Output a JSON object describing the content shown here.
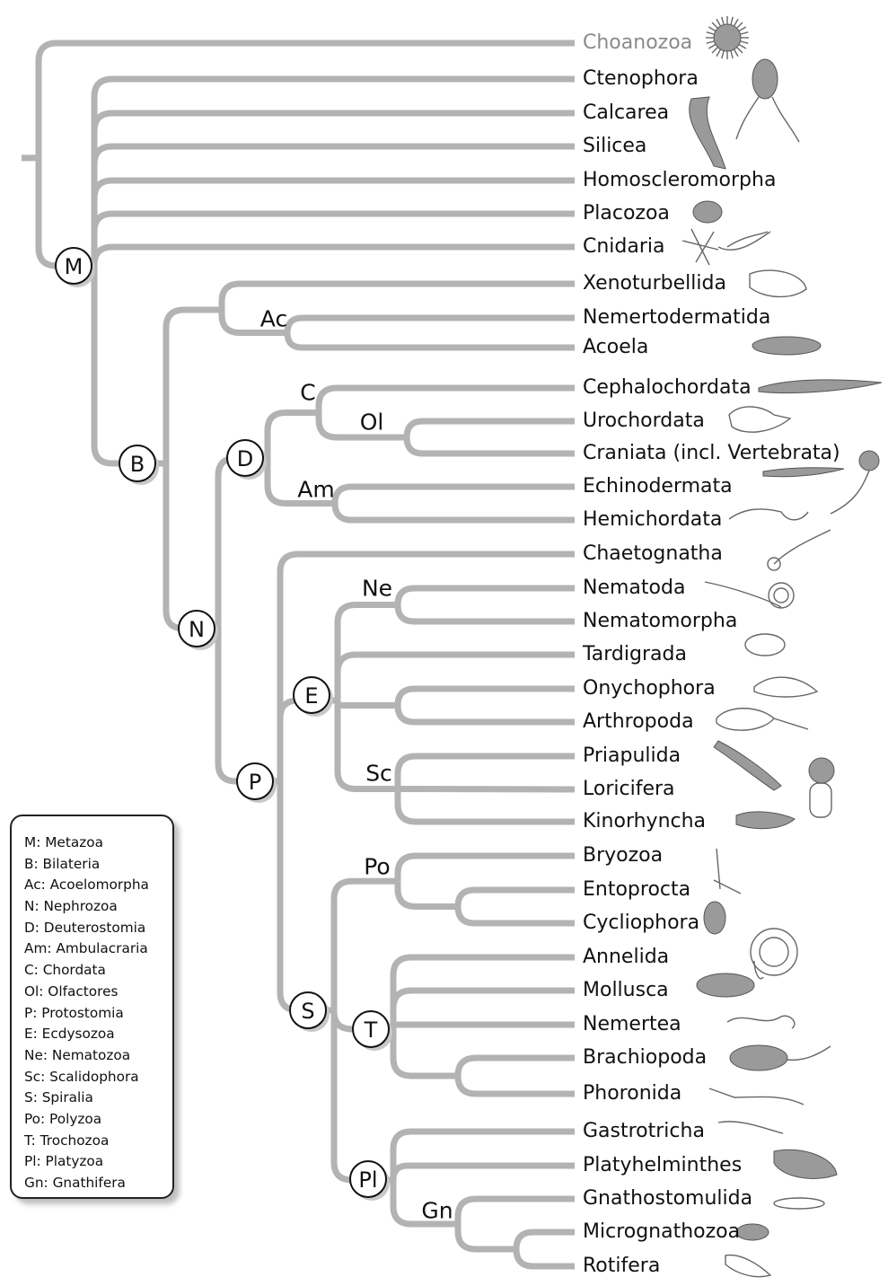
{
  "taxa": [
    {
      "name": "Choanozoa",
      "faded": true,
      "icon": "choanoflagellate-colony-icon"
    },
    {
      "name": "Ctenophora",
      "icon": "comb-jelly-icon"
    },
    {
      "name": "Calcarea",
      "icon": "calcareous-sponge-icon"
    },
    {
      "name": "Silicea",
      "icon": "glass-sponge-icon"
    },
    {
      "name": "Homoscleromorpha"
    },
    {
      "name": "Placozoa",
      "icon": "placozoan-icon"
    },
    {
      "name": "Cnidaria",
      "icon": "hydra-icon"
    },
    {
      "name": "Xenoturbellida",
      "icon": "xenoturbella-icon"
    },
    {
      "name": "Nemertodermatida"
    },
    {
      "name": "Acoela",
      "icon": "acoel-worm-icon"
    },
    {
      "name": "Cephalochordata",
      "icon": "lancelet-icon"
    },
    {
      "name": "Urochordata",
      "icon": "tunicate-icon"
    },
    {
      "name": "Craniata (incl. Vertebrata)",
      "icon": "hagfish-icon"
    },
    {
      "name": "Echinodermata",
      "icon": "brittle-star-icon"
    },
    {
      "name": "Hemichordata",
      "icon": "acorn-worm-icon"
    },
    {
      "name": "Chaetognatha",
      "icon": "arrow-worm-icon"
    },
    {
      "name": "Nematoda",
      "icon": "roundworm-icon"
    },
    {
      "name": "Nematomorpha"
    },
    {
      "name": "Tardigrada",
      "icon": "water-bear-icon"
    },
    {
      "name": "Onychophora",
      "icon": "velvet-worm-icon"
    },
    {
      "name": "Arthropoda",
      "icon": "horseshoe-crab-icon"
    },
    {
      "name": "Priapulida",
      "icon": "priapulid-icon"
    },
    {
      "name": "Loricifera",
      "icon": "loriciferan-icon"
    },
    {
      "name": "Kinorhyncha",
      "icon": "kinorhynch-icon"
    },
    {
      "name": "Bryozoa",
      "icon": "bryozoan-icon"
    },
    {
      "name": "Entoprocta"
    },
    {
      "name": "Cycliophora",
      "icon": "cycliophoran-icon"
    },
    {
      "name": "Annelida",
      "icon": "polychaete-icon"
    },
    {
      "name": "Mollusca",
      "icon": "chiton-icon"
    },
    {
      "name": "Nemertea",
      "icon": "ribbon-worm-icon"
    },
    {
      "name": "Brachiopoda",
      "icon": "lamp-shell-icon"
    },
    {
      "name": "Phoronida",
      "icon": "phoronid-icon"
    },
    {
      "name": "Gastrotricha",
      "icon": "gastrotrich-icon"
    },
    {
      "name": "Platyhelminthes",
      "icon": "flatworm-icon"
    },
    {
      "name": "Gnathostomulida",
      "icon": "gnathostomulid-icon"
    },
    {
      "name": "Micrognathozoa",
      "icon": "micrognathozoan-icon"
    },
    {
      "name": "Rotifera",
      "icon": "rotifer-icon"
    }
  ],
  "nodes": {
    "M": "M",
    "B": "B",
    "N": "N",
    "D": "D",
    "P": "P",
    "E": "E",
    "S": "S",
    "T": "T",
    "Pl": "Pl"
  },
  "clade_labels": {
    "Ac": "Ac",
    "C": "C",
    "Ol": "Ol",
    "Am": "Am",
    "Ne": "Ne",
    "Sc": "Sc",
    "Po": "Po",
    "Gn": "Gn"
  },
  "legend": [
    "M: Metazoa",
    "B: Bilateria",
    "Ac: Acoelomorpha",
    "N: Nephrozoa",
    "D: Deuterostomia",
    "Am: Ambulacraria",
    "C: Chordata",
    "Ol: Olfactores",
    "P: Protostomia",
    "E: Ecdysozoa",
    "Ne: Nematozoa",
    "Sc: Scalidophora",
    "S: Spiralia",
    "Po: Polyzoa",
    "T: Trochozoa",
    "Pl: Platyzoa",
    "Gn: Gnathifera"
  ],
  "colors": {
    "branch": "#b3b3b3",
    "text": "#111111",
    "faded_text": "#8a8a8a"
  }
}
